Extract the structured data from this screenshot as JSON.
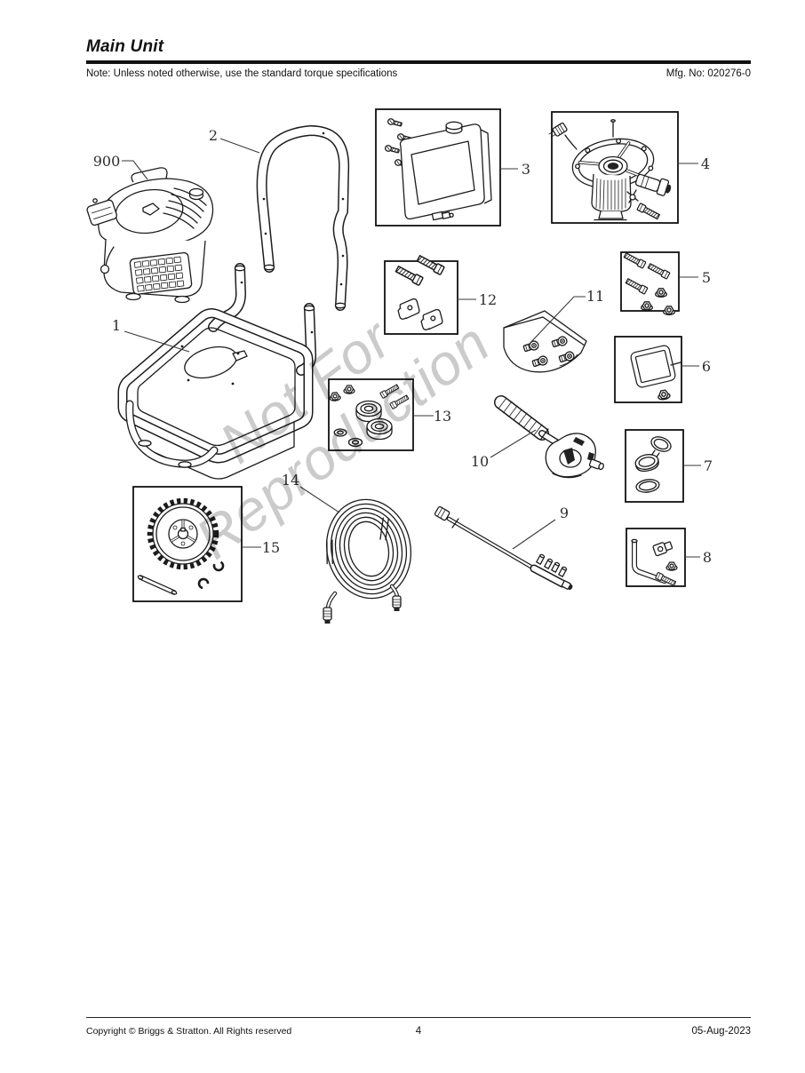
{
  "page": {
    "title": "Main Unit",
    "note": "Note: Unless noted otherwise, use the standard torque specifications",
    "mfg_no": "Mfg. No: 020276-0",
    "footer": {
      "copyright": "Copyright ©  Briggs & Stratton. All Rights reserved",
      "page_number": "4",
      "date": "05-Aug-2023"
    }
  },
  "watermark": {
    "line1": "Not For",
    "line2": "Reproduction"
  },
  "callouts": {
    "900": {
      "label": "900"
    },
    "1": {
      "label": "1"
    },
    "2": {
      "label": "2"
    },
    "3": {
      "label": "3"
    },
    "4": {
      "label": "4"
    },
    "5": {
      "label": "5"
    },
    "6": {
      "label": "6"
    },
    "7": {
      "label": "7"
    },
    "8": {
      "label": "8"
    },
    "9": {
      "label": "9"
    },
    "10": {
      "label": "10"
    },
    "11": {
      "label": "11"
    },
    "12": {
      "label": "12"
    },
    "13": {
      "label": "13"
    },
    "14": {
      "label": "14"
    },
    "15": {
      "label": "15"
    }
  }
}
